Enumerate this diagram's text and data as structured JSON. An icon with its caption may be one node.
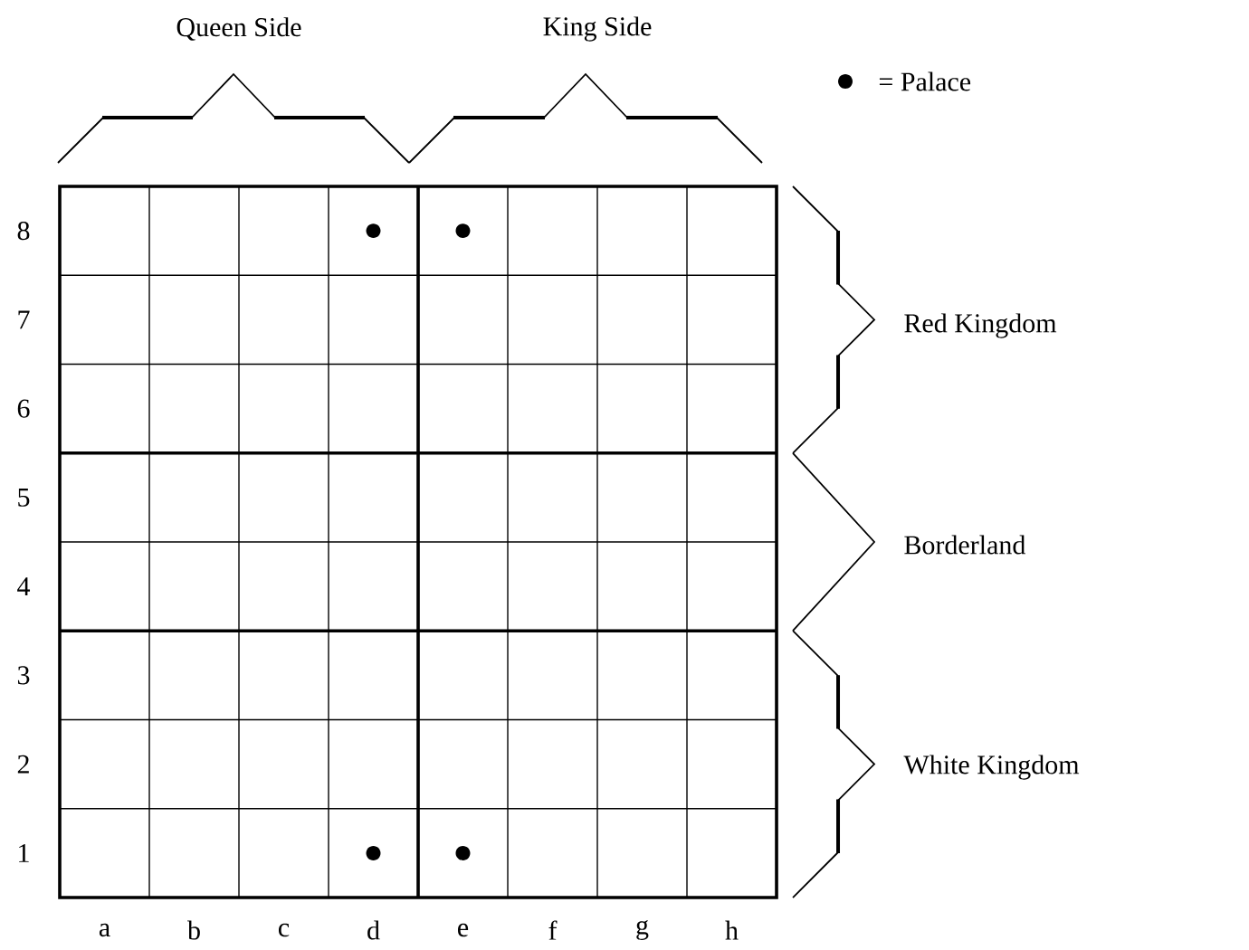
{
  "diagram": {
    "labels": [
      "Queen Side",
      "King Side",
      "8",
      "7",
      "Red Kingdom",
      "6",
      "5",
      "Borderland",
      "4",
      "3",
      "2",
      "White Kingdom",
      "1",
      "a",
      "b",
      "c",
      "d",
      "e",
      "f",
      "g",
      "h"
    ],
    "legend": [
      {
        "text": "= Palace"
      }
    ]
  }
}
